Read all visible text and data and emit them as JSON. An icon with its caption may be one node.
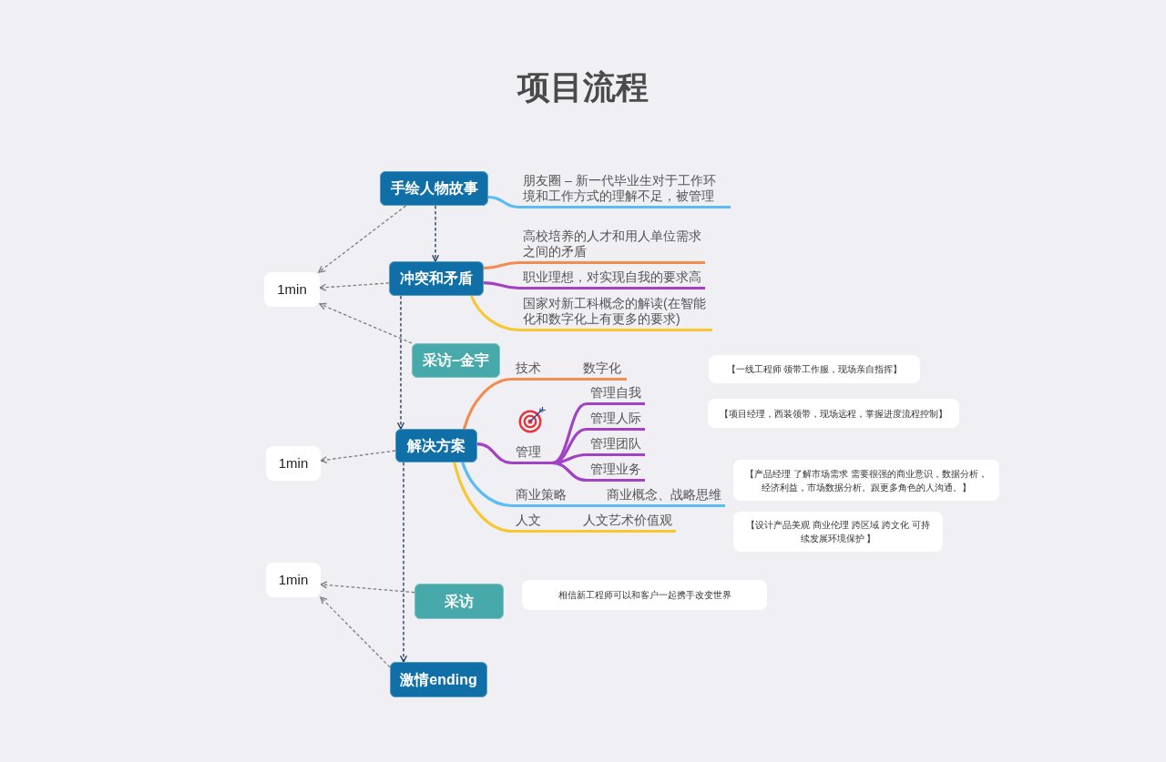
{
  "diagram": {
    "title": "项目流程",
    "nodes": [
      {
        "text": [
          "手绘人物故事"
        ]
      },
      {
        "text": [
          "朋友圈 – 新一代毕业生对于工作环境和工作方式的理解不足，被管理"
        ]
      },
      {
        "text": [
          "冲突和矛盾"
        ]
      },
      {
        "text": [
          "高校培养的人才和用人单位需求之间的矛盾"
        ]
      },
      {
        "text": [
          "职业理想，对实现自我的要求高"
        ]
      },
      {
        "text": [
          "国家对新工科概念的解读(在智能化和数字化上有更多的要求)"
        ]
      },
      {
        "text": [
          "1min"
        ]
      },
      {
        "text": [
          "采访–金宇"
        ]
      },
      {
        "text": [
          "解决方案"
        ]
      },
      {
        "text": [
          "技术"
        ]
      },
      {
        "text": [
          "数字化"
        ]
      },
      {
        "text": [
          "管理"
        ]
      },
      {
        "text": [
          "管理自我"
        ]
      },
      {
        "text": [
          "管理人际"
        ]
      },
      {
        "text": [
          "管理团队"
        ]
      },
      {
        "text": [
          "管理业务"
        ]
      },
      {
        "text": [
          "商业策略"
        ]
      },
      {
        "text": [
          "商业概念、战略思维"
        ]
      },
      {
        "text": [
          "人文"
        ]
      },
      {
        "text": [
          "人文艺术价值观"
        ]
      },
      {
        "text": [
          "1min"
        ]
      },
      {
        "text": [
          "【一线工程师 领带工作服，现场亲自指挥】"
        ]
      },
      {
        "text": [
          "【项目经理，西装领带，现场远程，掌握进度流程控制】"
        ]
      },
      {
        "text": [
          "【产品经理 了解市场需求 需要很强的商业意识，数据分析，经济利益，市场数据分析。跟更多角色的人沟通。】"
        ]
      },
      {
        "text": [
          "【设计产品美观 商业伦理 跨区域 跨文化 可持续发展环境保护 】"
        ]
      },
      {
        "text": [
          "1min"
        ]
      },
      {
        "text": [
          "采访"
        ]
      },
      {
        "text": [
          "相信新工程师可以和客户一起携手改变世界"
        ]
      },
      {
        "text": [
          "激情ending"
        ]
      }
    ],
    "edges": [
      {
        "from": 0,
        "to": 1,
        "arrow": "none",
        "color": "#5bbcf3"
      },
      {
        "from": 0,
        "to": 2,
        "arrow": "to",
        "style": "dashed",
        "color": "#1b3560"
      },
      {
        "from": 0,
        "to": 6,
        "arrow": "to",
        "style": "dashed"
      },
      {
        "from": 2,
        "to": 3,
        "arrow": "none",
        "color": "#f28c50"
      },
      {
        "from": 2,
        "to": 4,
        "arrow": "none",
        "color": "#a241c4"
      },
      {
        "from": 2,
        "to": 5,
        "arrow": "none",
        "color": "#f7c631"
      },
      {
        "from": 2,
        "to": 6,
        "arrow": "to",
        "style": "dashed"
      },
      {
        "from": 7,
        "to": 6,
        "arrow": "to",
        "style": "dashed"
      },
      {
        "from": 2,
        "to": 8,
        "arrow": "to",
        "style": "dashed",
        "color": "#1b3560"
      },
      {
        "from": 8,
        "to": 9,
        "arrow": "none",
        "color": "#f28c50"
      },
      {
        "from": 9,
        "to": 10,
        "arrow": "none",
        "color": "#f28c50"
      },
      {
        "from": 8,
        "to": 11,
        "arrow": "none",
        "color": "#a241c4"
      },
      {
        "from": 11,
        "to": 12,
        "arrow": "none",
        "color": "#a241c4"
      },
      {
        "from": 11,
        "to": 13,
        "arrow": "none",
        "color": "#a241c4"
      },
      {
        "from": 11,
        "to": 14,
        "arrow": "none",
        "color": "#a241c4"
      },
      {
        "from": 11,
        "to": 15,
        "arrow": "none",
        "color": "#a241c4"
      },
      {
        "from": 8,
        "to": 16,
        "arrow": "none",
        "color": "#5bbcf3"
      },
      {
        "from": 16,
        "to": 17,
        "arrow": "none",
        "color": "#5bbcf3"
      },
      {
        "from": 8,
        "to": 18,
        "arrow": "none",
        "color": "#f7c631"
      },
      {
        "from": 18,
        "to": 19,
        "arrow": "none",
        "color": "#f7c631"
      },
      {
        "from": 8,
        "to": 20,
        "arrow": "to",
        "style": "dashed"
      },
      {
        "from": 8,
        "to": 28,
        "arrow": "to",
        "style": "dashed",
        "color": "#1b3560"
      },
      {
        "from": 26,
        "to": 25,
        "arrow": "to",
        "style": "dashed"
      },
      {
        "from": 28,
        "to": 25,
        "arrow": "to",
        "style": "dashed"
      }
    ]
  }
}
